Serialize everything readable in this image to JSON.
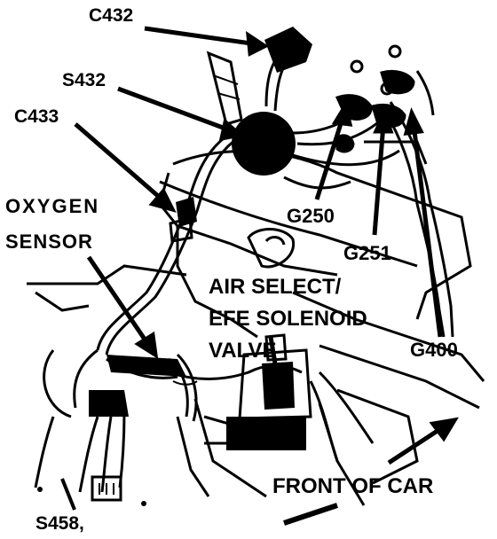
{
  "labels": {
    "c432": "C432",
    "s432": "S432",
    "c433": "C433",
    "oxygen_line1": "OXYGEN",
    "oxygen_line2": "SENSOR",
    "air_line1": "AIR SELECT/",
    "air_line2": "EFE SOLENOID",
    "air_line3": "VALVE",
    "g250": "G250",
    "g251": "G251",
    "g400": "G400",
    "front": "FRONT OF CAR",
    "s458": "S458,"
  }
}
